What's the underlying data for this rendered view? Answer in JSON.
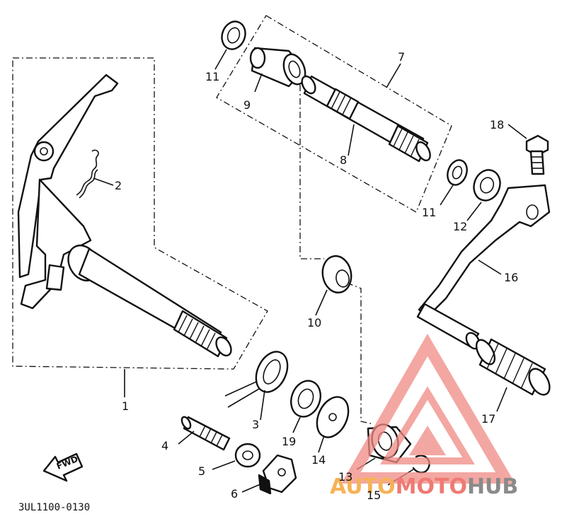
{
  "diagram": {
    "callouts": {
      "p1": "1",
      "p2": "2",
      "p3": "3",
      "p4": "4",
      "p5": "5",
      "p6": "6",
      "p7": "7",
      "p8": "8",
      "p9": "9",
      "p10": "10",
      "p11a": "11",
      "p11b": "11",
      "p12": "12",
      "p13": "13",
      "p14": "14",
      "p15": "15",
      "p16": "16",
      "p17": "17",
      "p18": "18",
      "p19": "19"
    },
    "fwd_label": "FWD",
    "drawing_code": "3UL1100-0130"
  },
  "watermark": {
    "auto": "AUTO",
    "moto": "MOTO",
    "hub": "HUB",
    "colors": {
      "logo": "#f08a84",
      "auto": "#f6b256",
      "moto": "#ef7a74",
      "hub": "#8a8a8a"
    }
  }
}
